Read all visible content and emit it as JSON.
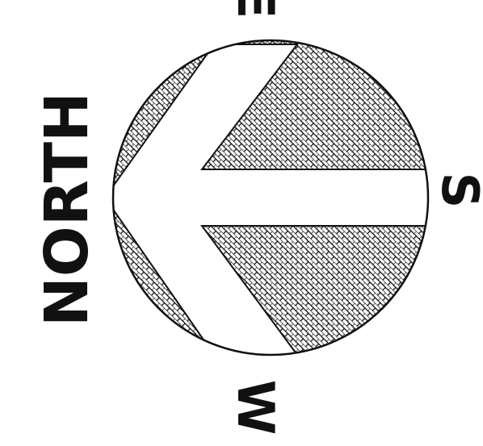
{
  "compass": {
    "labels": {
      "north": "NORTH",
      "south": "S",
      "east": "E",
      "west": "W"
    },
    "colors": {
      "ink": "#111111",
      "background": "#ffffff"
    },
    "fill_pattern": "crosshatch-brick",
    "arrow_points_to": "north"
  }
}
